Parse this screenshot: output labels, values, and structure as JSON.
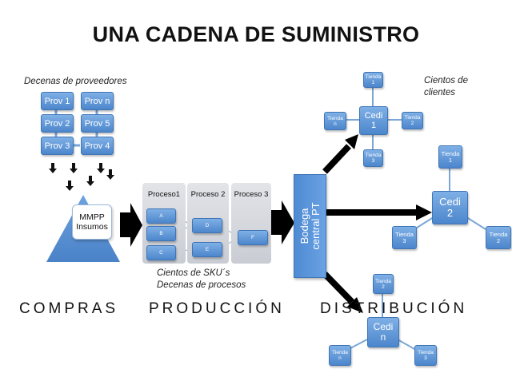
{
  "title": "UNA CADENA DE SUMINISTRO",
  "notes": {
    "providers": "Decenas de proveedores",
    "clients_line1": "Cientos de",
    "clients_line2": "clientes",
    "sku_line1": "Cientos de SKU´s",
    "sku_line2": "Decenas de procesos"
  },
  "sections": {
    "compras": "COMPRAS",
    "produccion": "PRODUCCIÓN",
    "distribucion": "DISTRIBUCIÓN"
  },
  "providers": [
    "Prov 1",
    "Prov n",
    "Prov 2",
    "Prov 5",
    "Prov 3",
    "Prov 4"
  ],
  "mmpp": {
    "line1": "MMPP",
    "line2": "Insumos"
  },
  "processes": {
    "headers": [
      "Proceso1",
      "Proceso 2",
      "Proceso 3"
    ],
    "nodes": [
      "A",
      "B",
      "C",
      "D",
      "E",
      "F"
    ]
  },
  "bodega": {
    "line1": "Bodega",
    "line2": "central PT"
  },
  "cedi1": {
    "line1": "Cedi",
    "line2": "1",
    "tiendas": [
      [
        "Tienda",
        "1"
      ],
      [
        "Tienda",
        "2"
      ],
      [
        "Tienda",
        "3"
      ],
      [
        "Tienda",
        "n"
      ]
    ]
  },
  "cedi2": {
    "line1": "Cedi",
    "line2": "2",
    "tiendas": [
      [
        "Tienda",
        "1"
      ],
      [
        "Tienda",
        "2"
      ],
      [
        "Tienda",
        "3"
      ]
    ]
  },
  "cedin": {
    "line1": "Cedi",
    "line2": "n",
    "tiendas": [
      [
        "Tienda",
        "2"
      ],
      [
        "Tienda",
        "3"
      ],
      [
        "Tienda",
        "n"
      ]
    ]
  },
  "colors": {
    "box_top": "#7fb0e6",
    "box_bottom": "#4c86cc",
    "border": "#3f75b5",
    "triangle": "#5b93d6",
    "panel": "#d3d6dc"
  }
}
